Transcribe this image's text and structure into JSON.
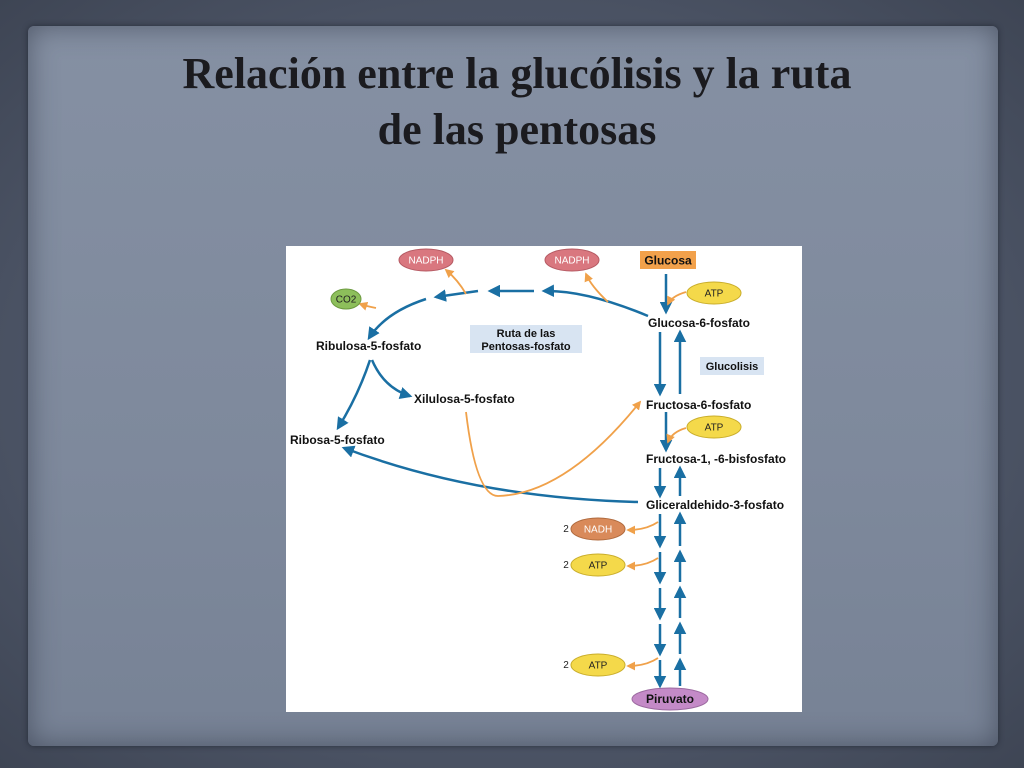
{
  "slide": {
    "title": "Relación entre la glucólisis y la ruta de las pentosas"
  },
  "diagram": {
    "nodes": {
      "glucosa": "Glucosa",
      "glucosa6p": "Glucosa-6-fosfato",
      "fructosa6p": "Fructosa-6-fosfato",
      "fructosa16bp": "Fructosa-1, -6-bisfosfato",
      "gliceraldehido3p": "Gliceraldehido-3-fosfato",
      "piruvato": "Piruvato",
      "ribulosa5p": "Ribulosa-5-fosfato",
      "xilulosa5p": "Xilulosa-5-fosfato",
      "ribosa5p": "Ribosa-5-fosfato"
    },
    "cofactors": {
      "nadph1": "NADPH",
      "nadph2": "NADPH",
      "co2": "CO2",
      "atp1": "ATP",
      "atp2": "ATP",
      "nadh": "NADH",
      "atp3": "ATP",
      "atp4": "ATP",
      "coef_nadh": "2",
      "coef_atp3": "2",
      "coef_atp4": "2"
    },
    "labels": {
      "ruta_line1": "Ruta de  las",
      "ruta_line2": "Pentosas-fosfato",
      "glucolisis": "Glucolisis"
    },
    "colors": {
      "arrow_blue": "#1a6fa3",
      "arrow_orange": "#f0a14a",
      "nadph": "#d9777f",
      "atp": "#f4d94a",
      "nadh": "#d98a5a",
      "co2": "#8dbf5b",
      "glucosa_box": "#f2a14b",
      "piruvato": "#c48ac7",
      "label_box": "#d8e4f2"
    }
  }
}
